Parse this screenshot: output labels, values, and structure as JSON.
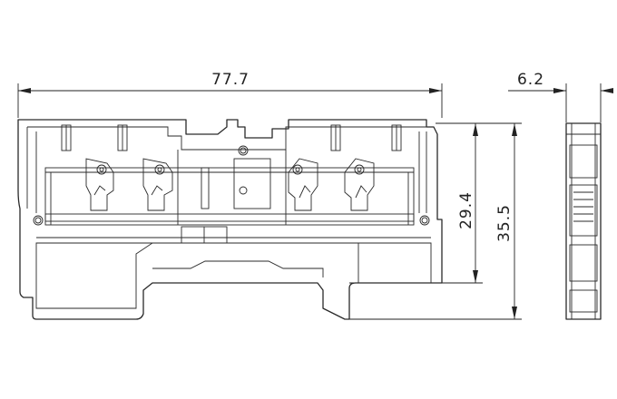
{
  "dimensions": {
    "overall_width": "77.7",
    "depth": "6.2",
    "height_inner": "29.4",
    "height_overall": "35.5"
  }
}
